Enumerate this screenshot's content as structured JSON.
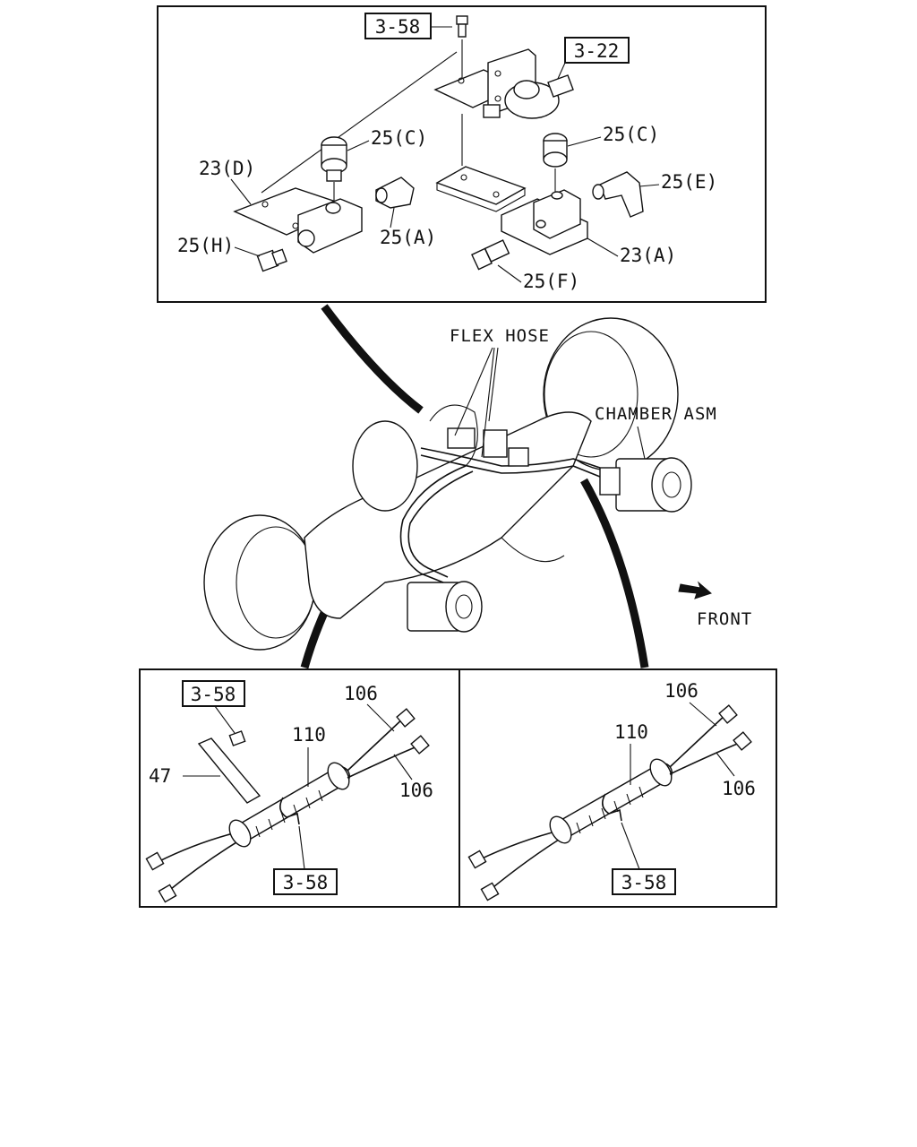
{
  "labels": {
    "ref_3_58": "3-58",
    "ref_3_22": "3-22",
    "p25c": "25(C)",
    "p25e": "25(E)",
    "p25a": "25(A)",
    "p25h": "25(H)",
    "p25f": "25(F)",
    "p23d": "23(D)",
    "p23a": "23(A)",
    "flex_hose": "FLEX HOSE",
    "chamber_asm": "CHAMBER ASM",
    "front": "FRONT",
    "p106": "106",
    "p110": "110",
    "p47": "47"
  },
  "colors": {
    "line": "#111111",
    "background": "#ffffff"
  },
  "icons": {
    "front_arrow": "front-arrow-icon"
  }
}
